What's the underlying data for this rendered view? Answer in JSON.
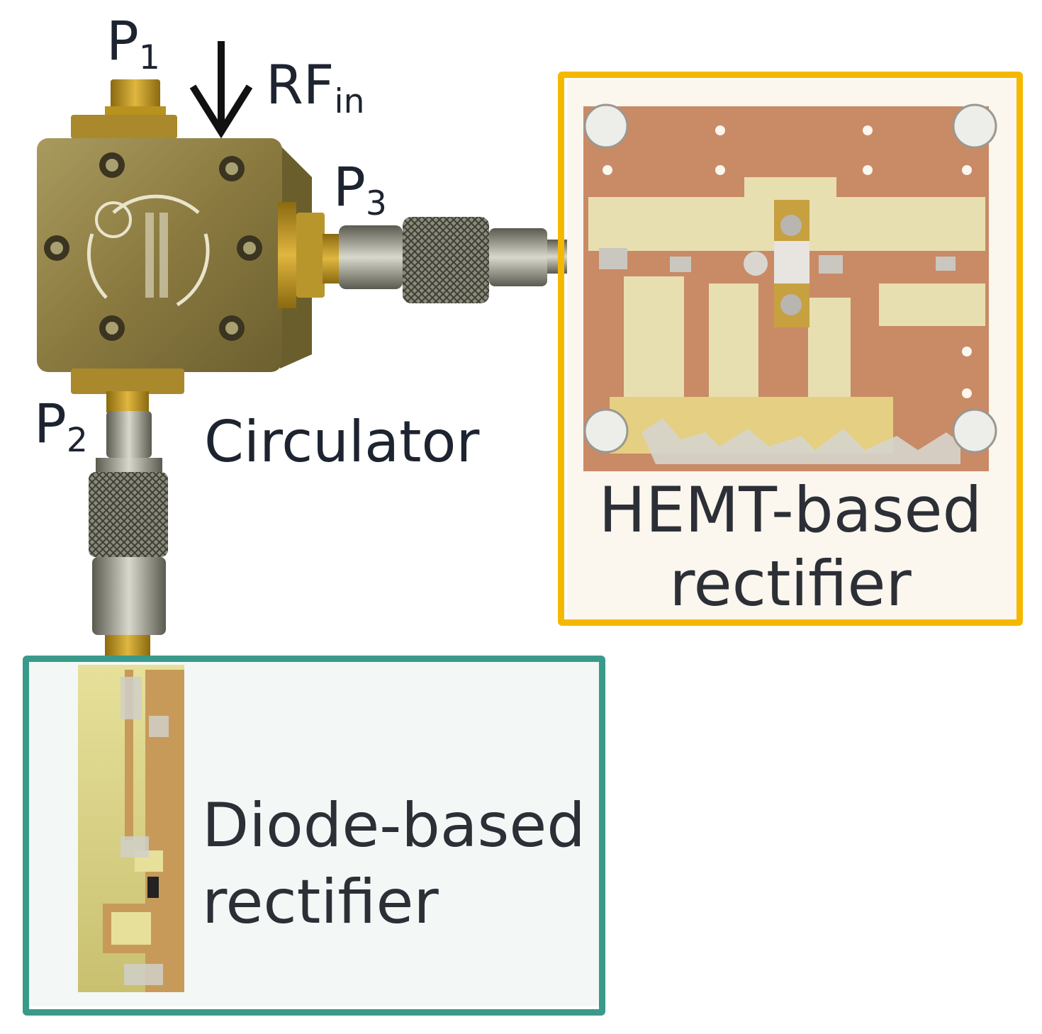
{
  "labels": {
    "p1": {
      "main": "P",
      "sub": "1"
    },
    "rf_in": {
      "main": "RF",
      "sub": "in"
    },
    "p3": {
      "main": "P",
      "sub": "3"
    },
    "p2": {
      "main": "P",
      "sub": "2"
    },
    "circulator": "Circulator"
  },
  "hemt_box": {
    "line1": "HEMT-based",
    "line2": "rectifier",
    "border_color": "#f5b800"
  },
  "diode_box": {
    "line1": "Diode-based",
    "line2": "rectifier",
    "border_color": "#3a9a8a"
  },
  "icons": {
    "arrow": "down-arrow-icon"
  }
}
